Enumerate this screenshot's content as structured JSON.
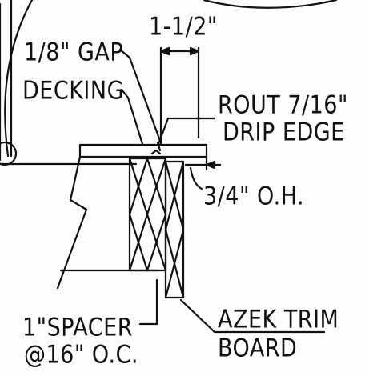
{
  "labels": {
    "dim_width": "1-1/2\"",
    "gap": "1/8\" GAP",
    "decking": "DECKING",
    "rout_1": "ROUT 7/16\"",
    "rout_2": "DRIP EDGE",
    "overhang": "3/4\" O.H.",
    "spacer_1": "1\"SPACER",
    "spacer_2": "@16\" O.C.",
    "trim_1": "AZEK TRIM",
    "trim_2": "BOARD"
  },
  "colors": {
    "ink": "#111111",
    "paper": "#fdfdfd"
  }
}
